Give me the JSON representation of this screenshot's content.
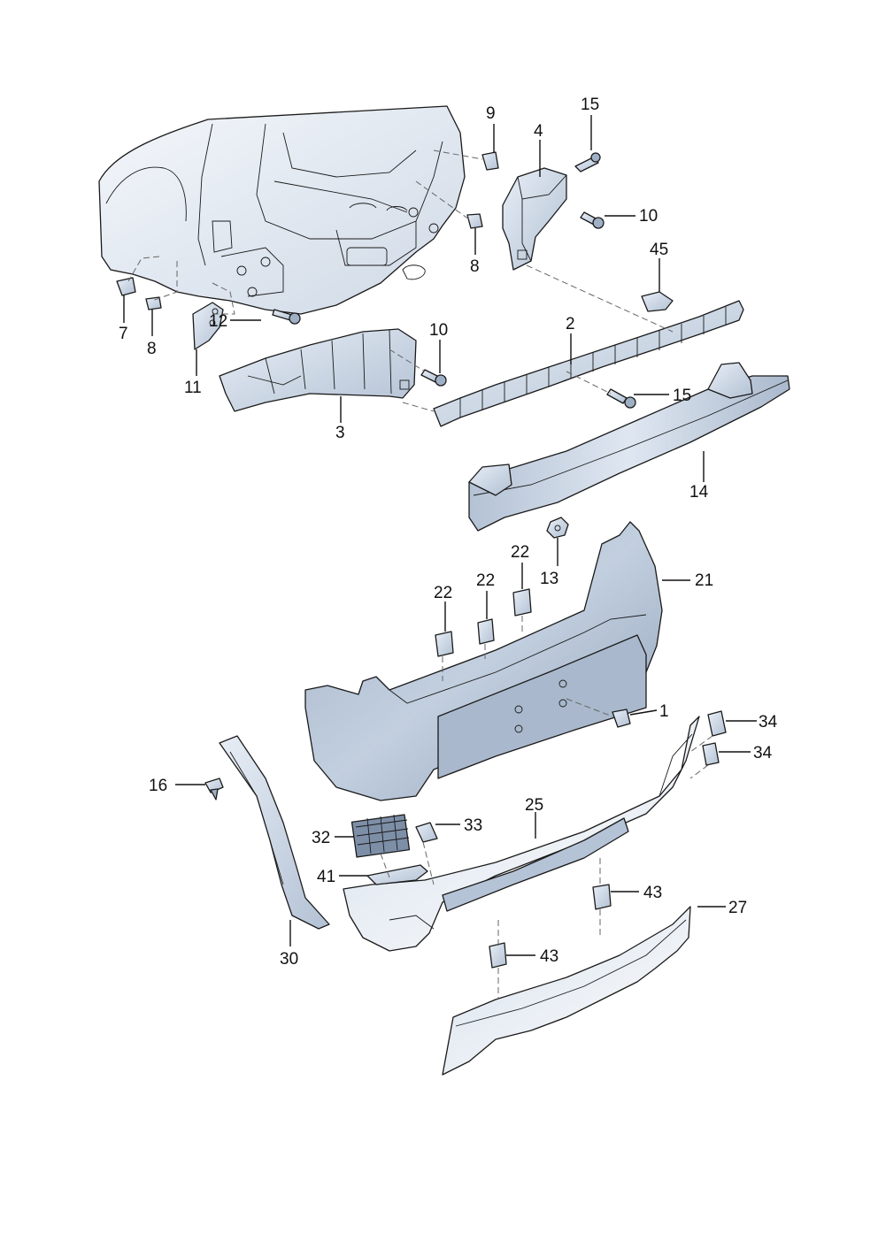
{
  "diagram": {
    "callouts": [
      {
        "id": "c9",
        "text": "9"
      },
      {
        "id": "c15a",
        "text": "15"
      },
      {
        "id": "c4",
        "text": "4"
      },
      {
        "id": "c10a",
        "text": "10"
      },
      {
        "id": "c8a",
        "text": "8"
      },
      {
        "id": "c45",
        "text": "45"
      },
      {
        "id": "c7",
        "text": "7"
      },
      {
        "id": "c8b",
        "text": "8"
      },
      {
        "id": "c12",
        "text": "12"
      },
      {
        "id": "c11",
        "text": "11"
      },
      {
        "id": "c10b",
        "text": "10"
      },
      {
        "id": "c2",
        "text": "2"
      },
      {
        "id": "c3",
        "text": "3"
      },
      {
        "id": "c15b",
        "text": "15"
      },
      {
        "id": "c14",
        "text": "14"
      },
      {
        "id": "c22a",
        "text": "22"
      },
      {
        "id": "c13",
        "text": "13"
      },
      {
        "id": "c21",
        "text": "21"
      },
      {
        "id": "c22b",
        "text": "22"
      },
      {
        "id": "c22c",
        "text": "22"
      },
      {
        "id": "c1",
        "text": "1"
      },
      {
        "id": "c34a",
        "text": "34"
      },
      {
        "id": "c34b",
        "text": "34"
      },
      {
        "id": "c16",
        "text": "16"
      },
      {
        "id": "c25",
        "text": "25"
      },
      {
        "id": "c32",
        "text": "32"
      },
      {
        "id": "c33",
        "text": "33"
      },
      {
        "id": "c41",
        "text": "41"
      },
      {
        "id": "c43a",
        "text": "43"
      },
      {
        "id": "c27",
        "text": "27"
      },
      {
        "id": "c43b",
        "text": "43"
      },
      {
        "id": "c30",
        "text": "30"
      }
    ],
    "colors": {
      "part_light": "#e3ebf5",
      "part_mid": "#b9c8dc",
      "part_dark": "#8ea3bf",
      "body_shell": "#f0f3f8",
      "line": "#1a1a1a"
    }
  }
}
